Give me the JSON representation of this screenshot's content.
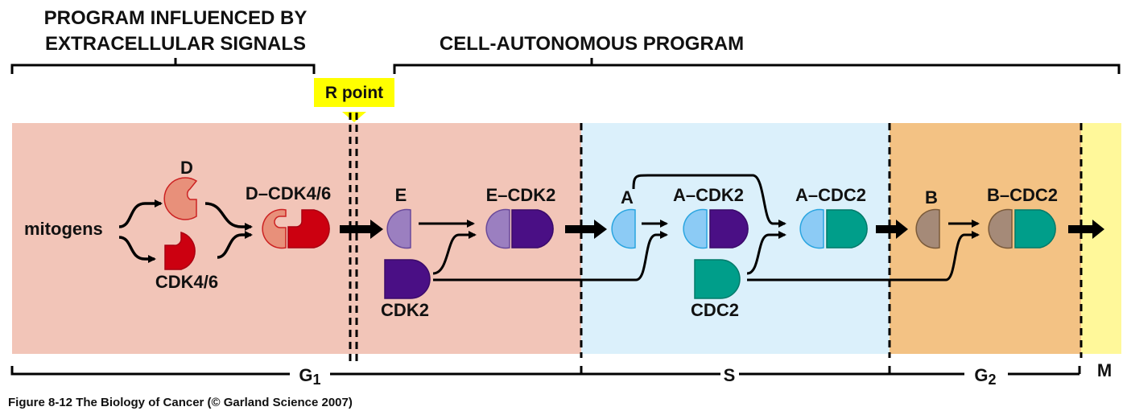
{
  "headers": {
    "left": [
      "PROGRAM INFLUENCED BY",
      "EXTRACELLULAR SIGNALS"
    ],
    "right": "CELL-AUTONOMOUS PROGRAM"
  },
  "r_point": {
    "label": "R point",
    "color": "#ffff00"
  },
  "phases": [
    {
      "id": "g1",
      "label": "G1",
      "main": "G",
      "sub": "1",
      "color": "#f2c5b8"
    },
    {
      "id": "s",
      "label": "S",
      "main": "S",
      "sub": "",
      "color": "#dbf0fb"
    },
    {
      "id": "g2",
      "label": "G2",
      "main": "G",
      "sub": "2",
      "color": "#f3c284"
    },
    {
      "id": "m",
      "label": "M",
      "main": "M",
      "sub": "",
      "color": "#fff89a"
    }
  ],
  "molecules": {
    "mitogens": "mitogens",
    "cyclin_d": {
      "label": "D",
      "color": "#e8907a",
      "stroke": "#cc2222"
    },
    "cdk46": {
      "label": "CDK4/6",
      "color": "#cc0010",
      "stroke": "#aa0010"
    },
    "d_cdk46": "D–CDK4/6",
    "cyclin_e": {
      "label": "E",
      "color": "#9b7fc0",
      "stroke": "#6a4a9a"
    },
    "cdk2": {
      "label": "CDK2",
      "color": "#4a0f85",
      "stroke": "#3a0a6a"
    },
    "e_cdk2": "E–CDK2",
    "cyclin_a": {
      "label": "A",
      "color": "#8ccbf5",
      "stroke": "#2aa5e0"
    },
    "a_cdk2": "A–CDK2",
    "cdc2": {
      "label": "CDC2",
      "color": "#009e8a",
      "stroke": "#007a6a"
    },
    "a_cdc2": "A–CDC2",
    "cyclin_b": {
      "label": "B",
      "color": "#a58a78",
      "stroke": "#7a5a3a"
    },
    "b_cdc2": "B–CDC2"
  },
  "caption": "Figure 8-12  The Biology of Cancer (© Garland Science 2007)"
}
